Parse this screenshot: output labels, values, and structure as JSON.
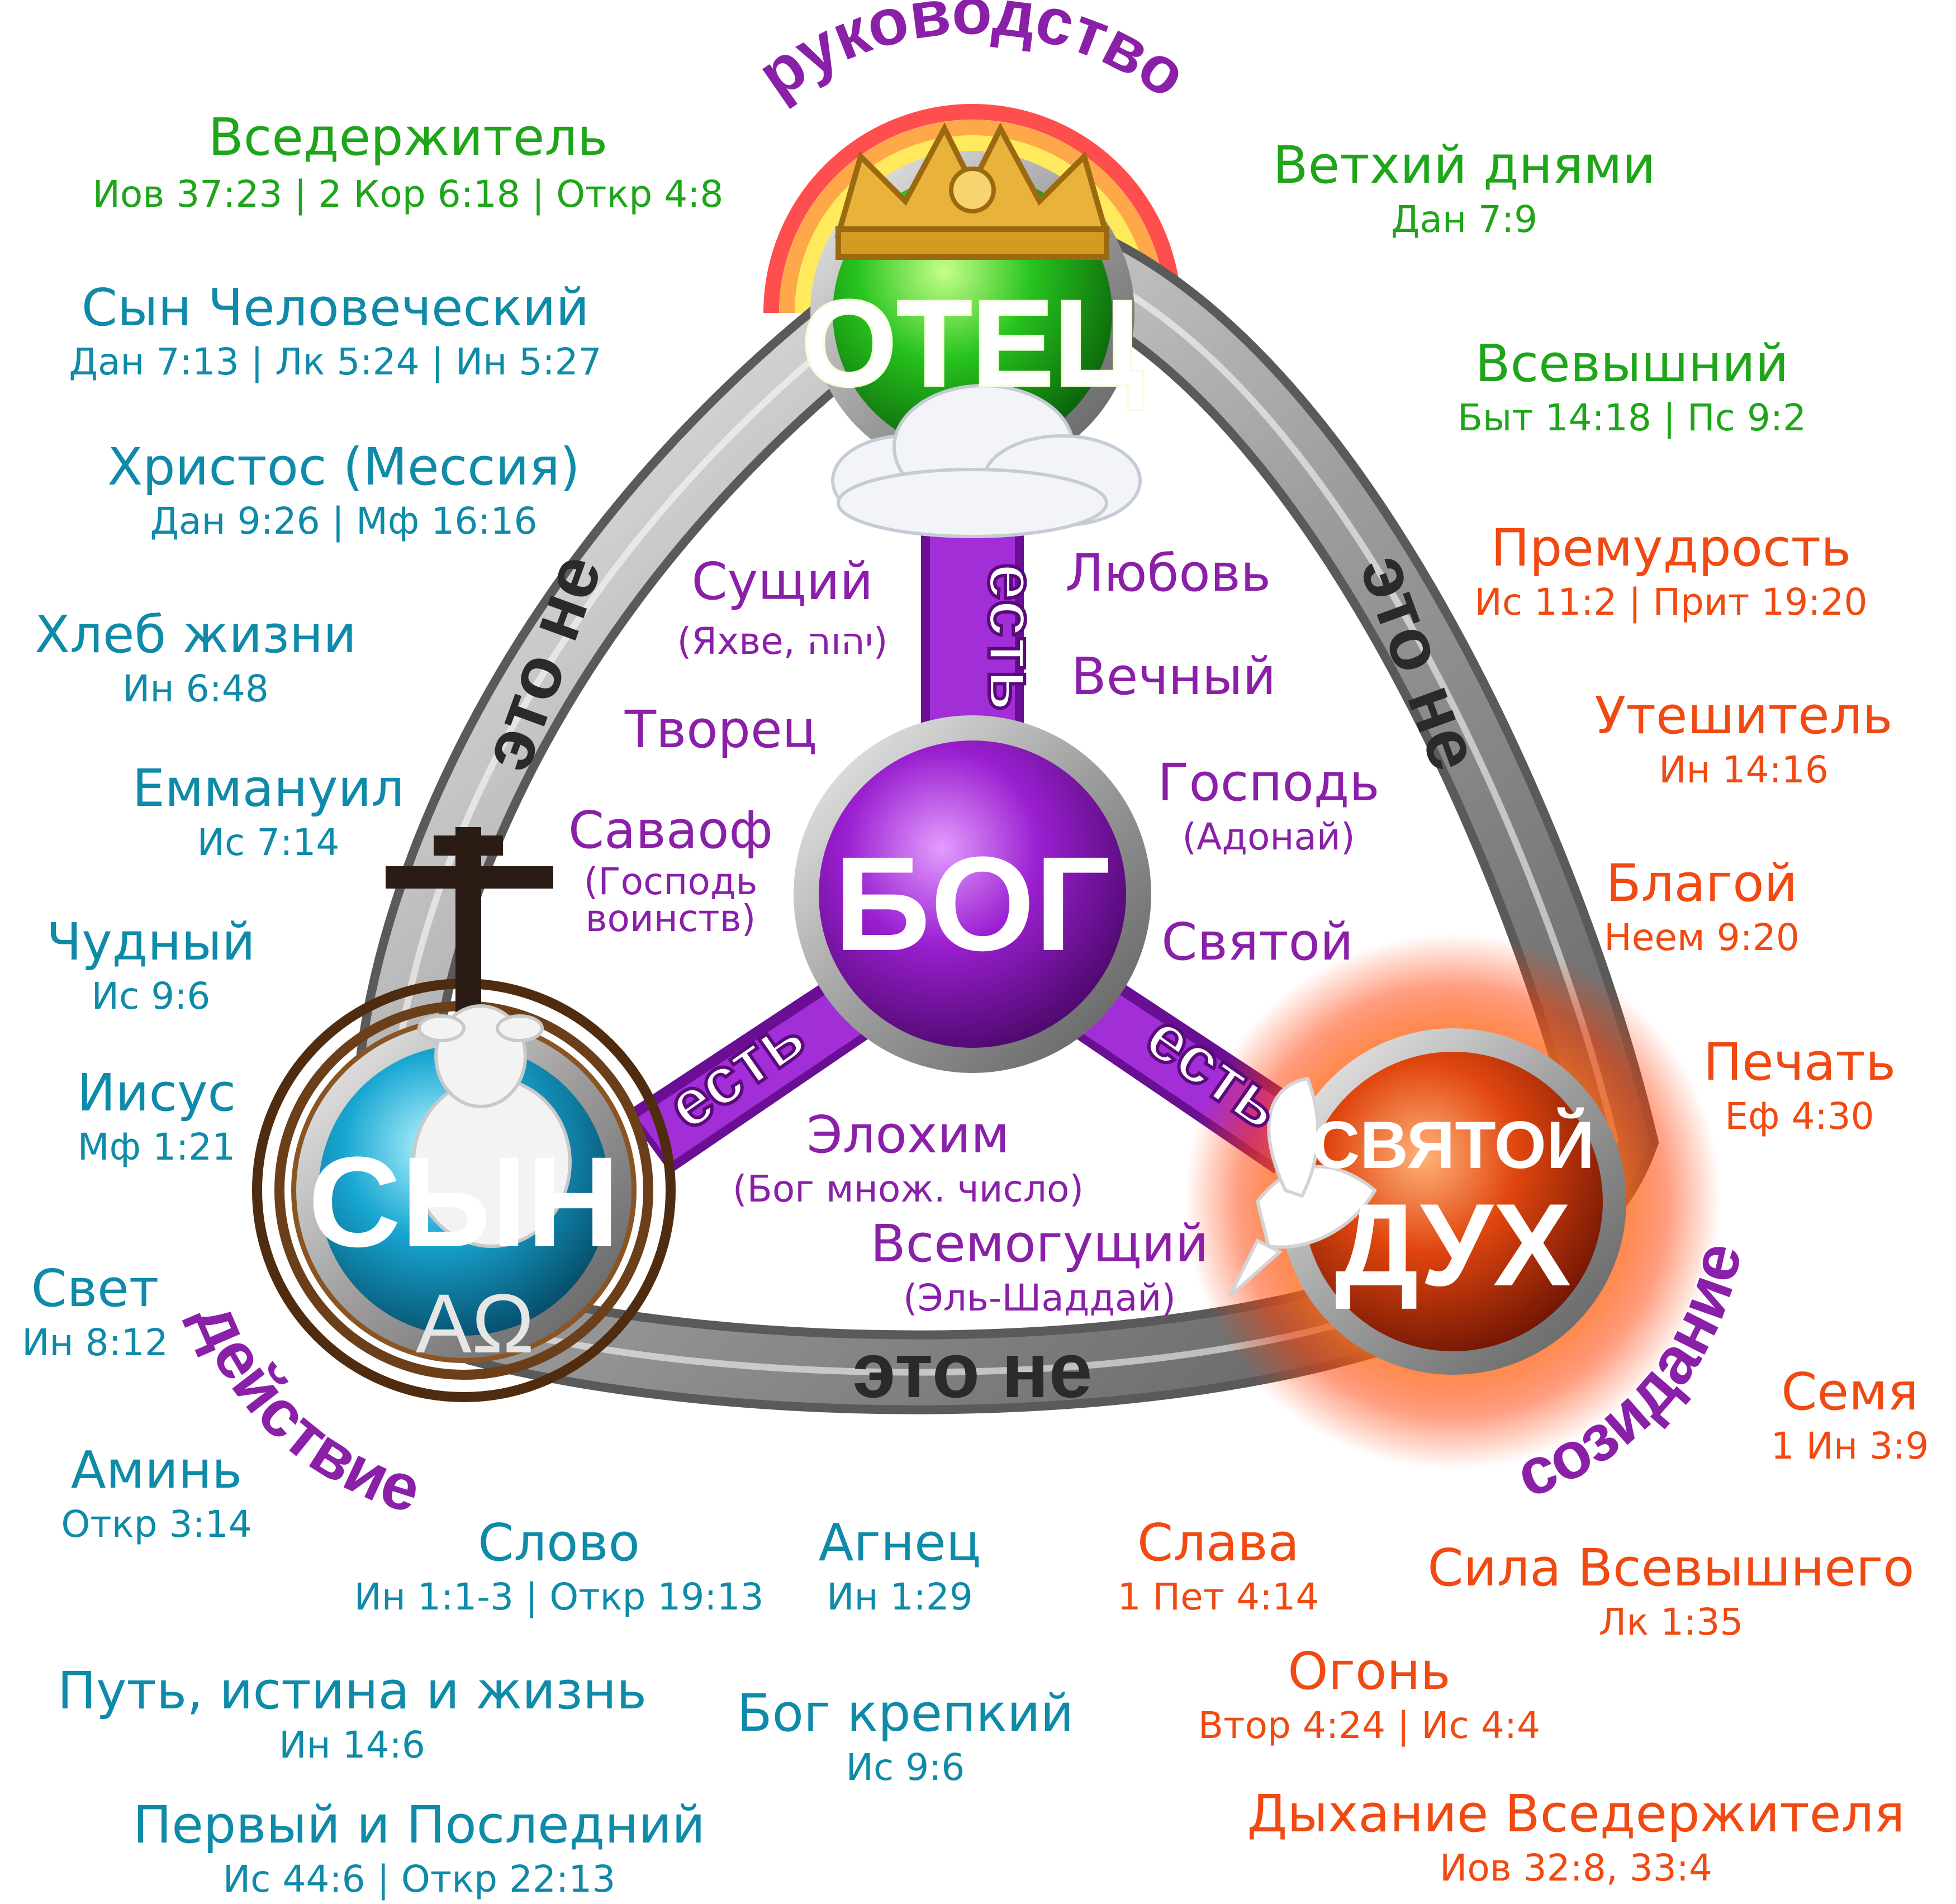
{
  "centers": {
    "father": "ОТЕЦ",
    "god": "БОГ",
    "son": "СЫН",
    "spirit_1": "СВЯТОЙ",
    "spirit_2": "ДУХ",
    "alpha_omega": "ΑΩ"
  },
  "connectors": {
    "is": "есть",
    "is_not": "это не"
  },
  "arcs": {
    "top": "руководство",
    "left": "действие",
    "right": "созидание"
  },
  "attributes": [
    {
      "name": "Сущий",
      "ref": "(Яхве, יהוה)"
    },
    {
      "name": "Любовь",
      "ref": ""
    },
    {
      "name": "Вечный",
      "ref": ""
    },
    {
      "name": "Творец",
      "ref": ""
    },
    {
      "name": "Господь",
      "ref": "(Адонай)"
    },
    {
      "name": "Саваоф",
      "ref": "(Господь воинств)"
    },
    {
      "name": "Святой",
      "ref": ""
    },
    {
      "name": "Элохим",
      "ref": "(Бог множ. число)"
    },
    {
      "name": "Всемогущий",
      "ref": "(Эль-Шаддай)"
    }
  ],
  "father_names": [
    {
      "name": "Вседержитель",
      "ref": "Иов 37:23 | 2 Кор 6:18 | Откр 4:8"
    },
    {
      "name": "Ветхий днями",
      "ref": "Дан 7:9"
    },
    {
      "name": "Всевышний",
      "ref": "Быт 14:18 | Пс 9:2"
    }
  ],
  "son_names": [
    {
      "name": "Сын Человеческий",
      "ref": "Дан 7:13 | Лк 5:24 | Ин 5:27"
    },
    {
      "name": "Христос (Мессия)",
      "ref": "Дан 9:26 | Мф 16:16"
    },
    {
      "name": "Хлеб жизни",
      "ref": "Ин 6:48"
    },
    {
      "name": "Еммануил",
      "ref": "Ис 7:14"
    },
    {
      "name": "Чудный",
      "ref": "Ис 9:6"
    },
    {
      "name": "Иисус",
      "ref": "Мф 1:21"
    },
    {
      "name": "Свет",
      "ref": "Ин 8:12"
    },
    {
      "name": "Аминь",
      "ref": "Откр 3:14"
    },
    {
      "name": "Слово",
      "ref": "Ин 1:1-3 | Откр 19:13"
    },
    {
      "name": "Агнец",
      "ref": "Ин 1:29"
    },
    {
      "name": "Путь, истина и жизнь",
      "ref": "Ин 14:6"
    },
    {
      "name": "Бог крепкий",
      "ref": "Ис 9:6"
    },
    {
      "name": "Первый и Последний",
      "ref": "Ис 44:6 | Откр 22:13"
    }
  ],
  "spirit_names": [
    {
      "name": "Премудрость",
      "ref": "Ис 11:2 | Прит 19:20"
    },
    {
      "name": "Утешитель",
      "ref": "Ин 14:16"
    },
    {
      "name": "Благой",
      "ref": "Неем 9:20"
    },
    {
      "name": "Печать",
      "ref": "Еф 4:30"
    },
    {
      "name": "Семя",
      "ref": "1 Ин 3:9"
    },
    {
      "name": "Слава",
      "ref": "1 Пет 4:14"
    },
    {
      "name": "Сила Всевышнего",
      "ref": "Лк 1:35"
    },
    {
      "name": "Огонь",
      "ref": "Втор 4:24 | Ис 4:4"
    },
    {
      "name": "Дыхание Вседержителя",
      "ref": "Иов 32:8, 33:4"
    }
  ],
  "colors": {
    "father": "#1ea51a",
    "son": "#0f8aa8",
    "spirit": "#f04a12",
    "god": "#8a1fa8",
    "ring": "#9a9a9a"
  }
}
